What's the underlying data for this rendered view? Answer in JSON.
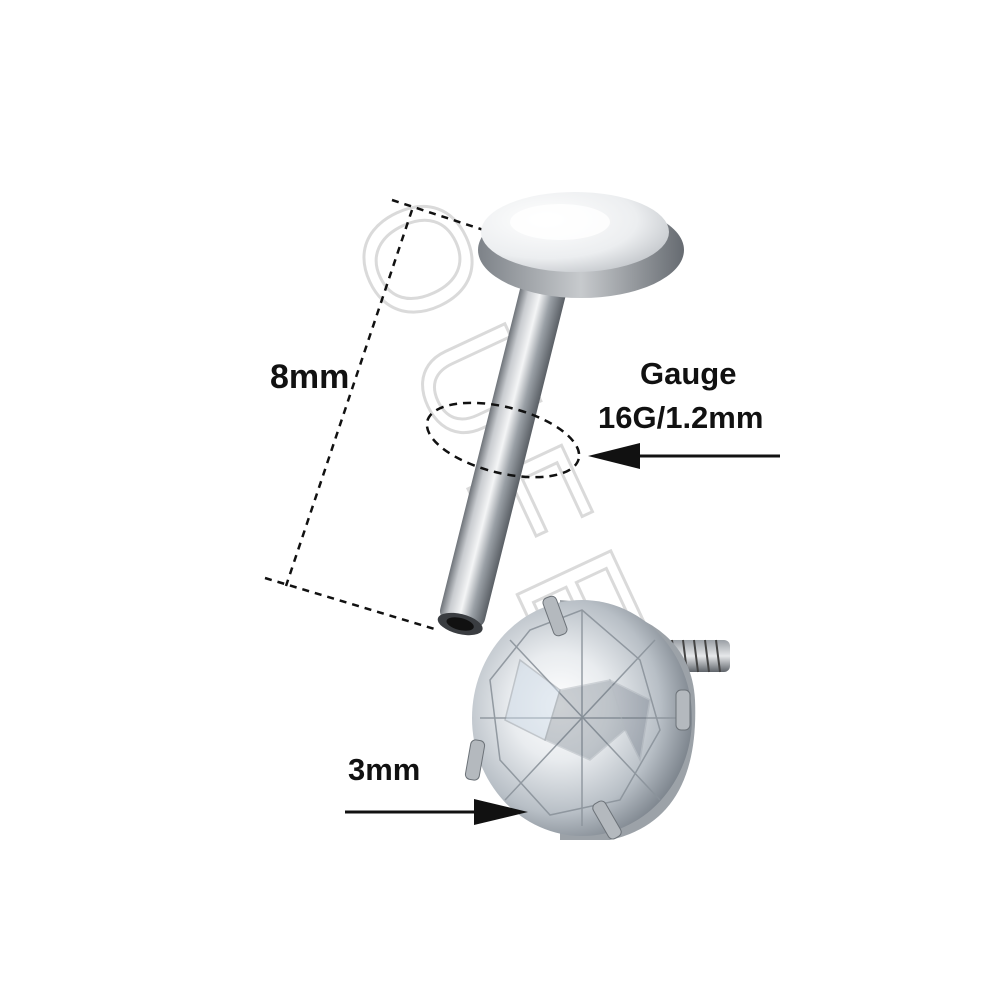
{
  "watermark": {
    "text": "OUFER"
  },
  "annotations": {
    "length": "8mm",
    "gauge_title": "Gauge",
    "gauge_value": "16G/1.2mm",
    "gem_size": "3mm"
  },
  "colors": {
    "background": "#ffffff",
    "metal": "#a7acb2",
    "watermark": "#d6d6d6",
    "annotation_ink": "#111111"
  }
}
